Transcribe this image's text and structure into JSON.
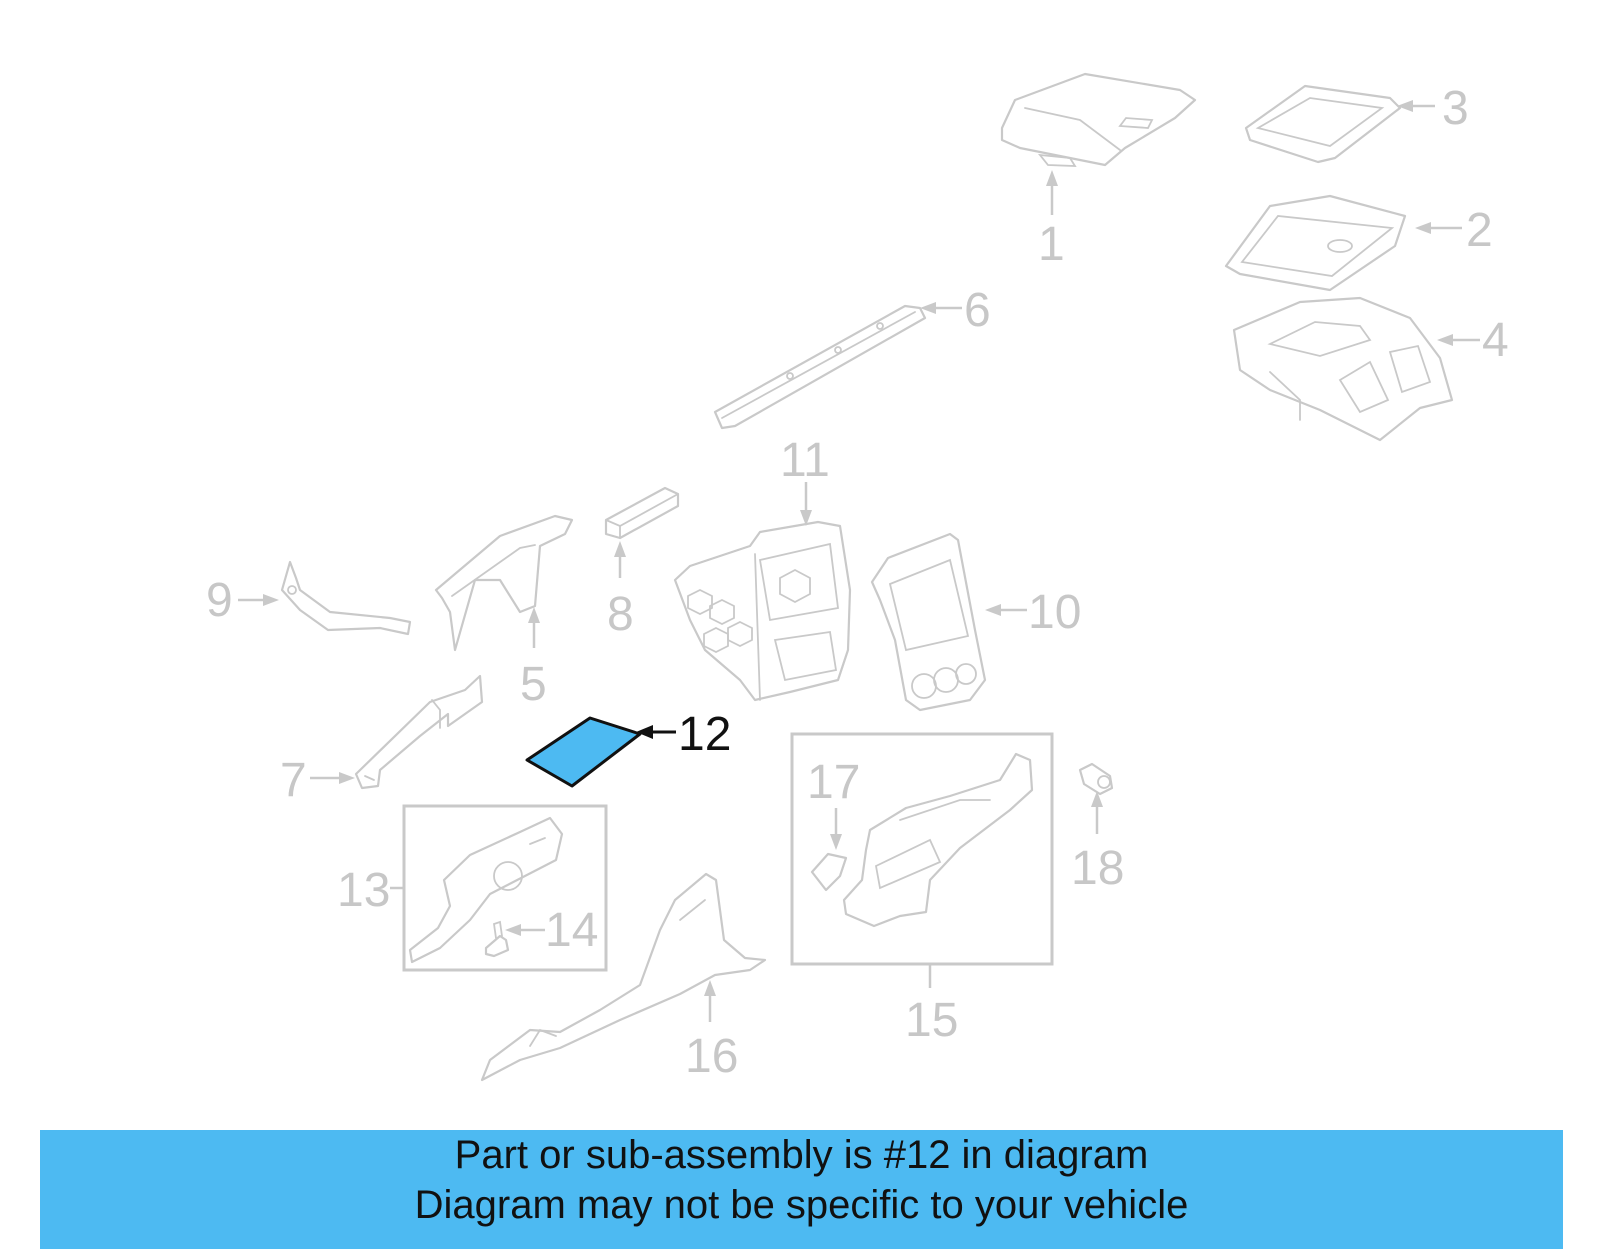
{
  "diagram": {
    "highlight_color": "#4dbaf2",
    "dim_color": "#c9c9c9",
    "labels": {
      "p1": "1",
      "p2": "2",
      "p3": "3",
      "p4": "4",
      "p5": "5",
      "p6": "6",
      "p7": "7",
      "p8": "8",
      "p9": "9",
      "p10": "10",
      "p11": "11",
      "p12": "12",
      "p13": "13",
      "p14": "14",
      "p15": "15",
      "p16": "16",
      "p17": "17",
      "p18": "18"
    }
  },
  "banner": {
    "line1": "Part or sub-assembly is #12 in diagram",
    "line2": "Diagram may not be specific to your vehicle",
    "color": "#4dbaf2"
  }
}
